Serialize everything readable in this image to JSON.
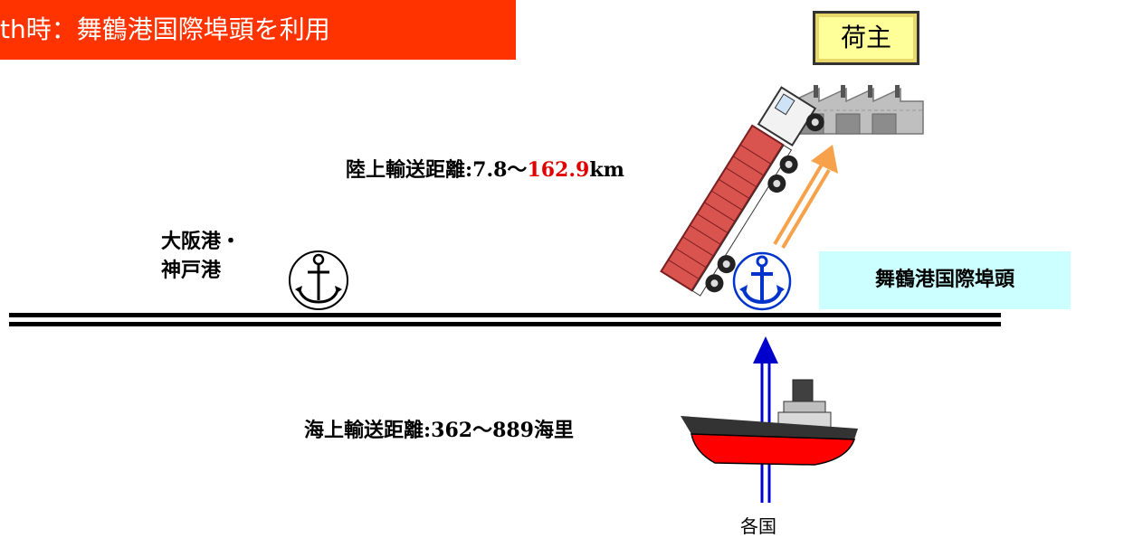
{
  "banner": {
    "text": "th時：舞鶴港国際埠頭を利用"
  },
  "shipper": {
    "label": "荷主"
  },
  "land_route": {
    "label": "陸上輸送距離",
    "sep": ":",
    "min": "7.8",
    "tilde": "〜",
    "max": "162.9",
    "unit": "km"
  },
  "osaka_port": {
    "line1": "大阪港・",
    "line2": "神戸港"
  },
  "maizuru_port": {
    "label": "舞鶴港国際埠頭"
  },
  "sea_route": {
    "label": "海上輸送距離",
    "sep": ":",
    "range": "362〜889",
    "unit": "海里"
  },
  "origin": {
    "label": "各国"
  },
  "colors": {
    "banner_bg": "#ff3300",
    "shipper_bg": "#ffff99",
    "maizuru_bg": "#ccffff",
    "anchor_blue": "#0033cc",
    "sea_arrow": "#0000cc",
    "land_arrow": "#f7a24a",
    "highlight_red": "#e00000",
    "ship_hull": "#ff0000",
    "container": "#d9534f"
  }
}
